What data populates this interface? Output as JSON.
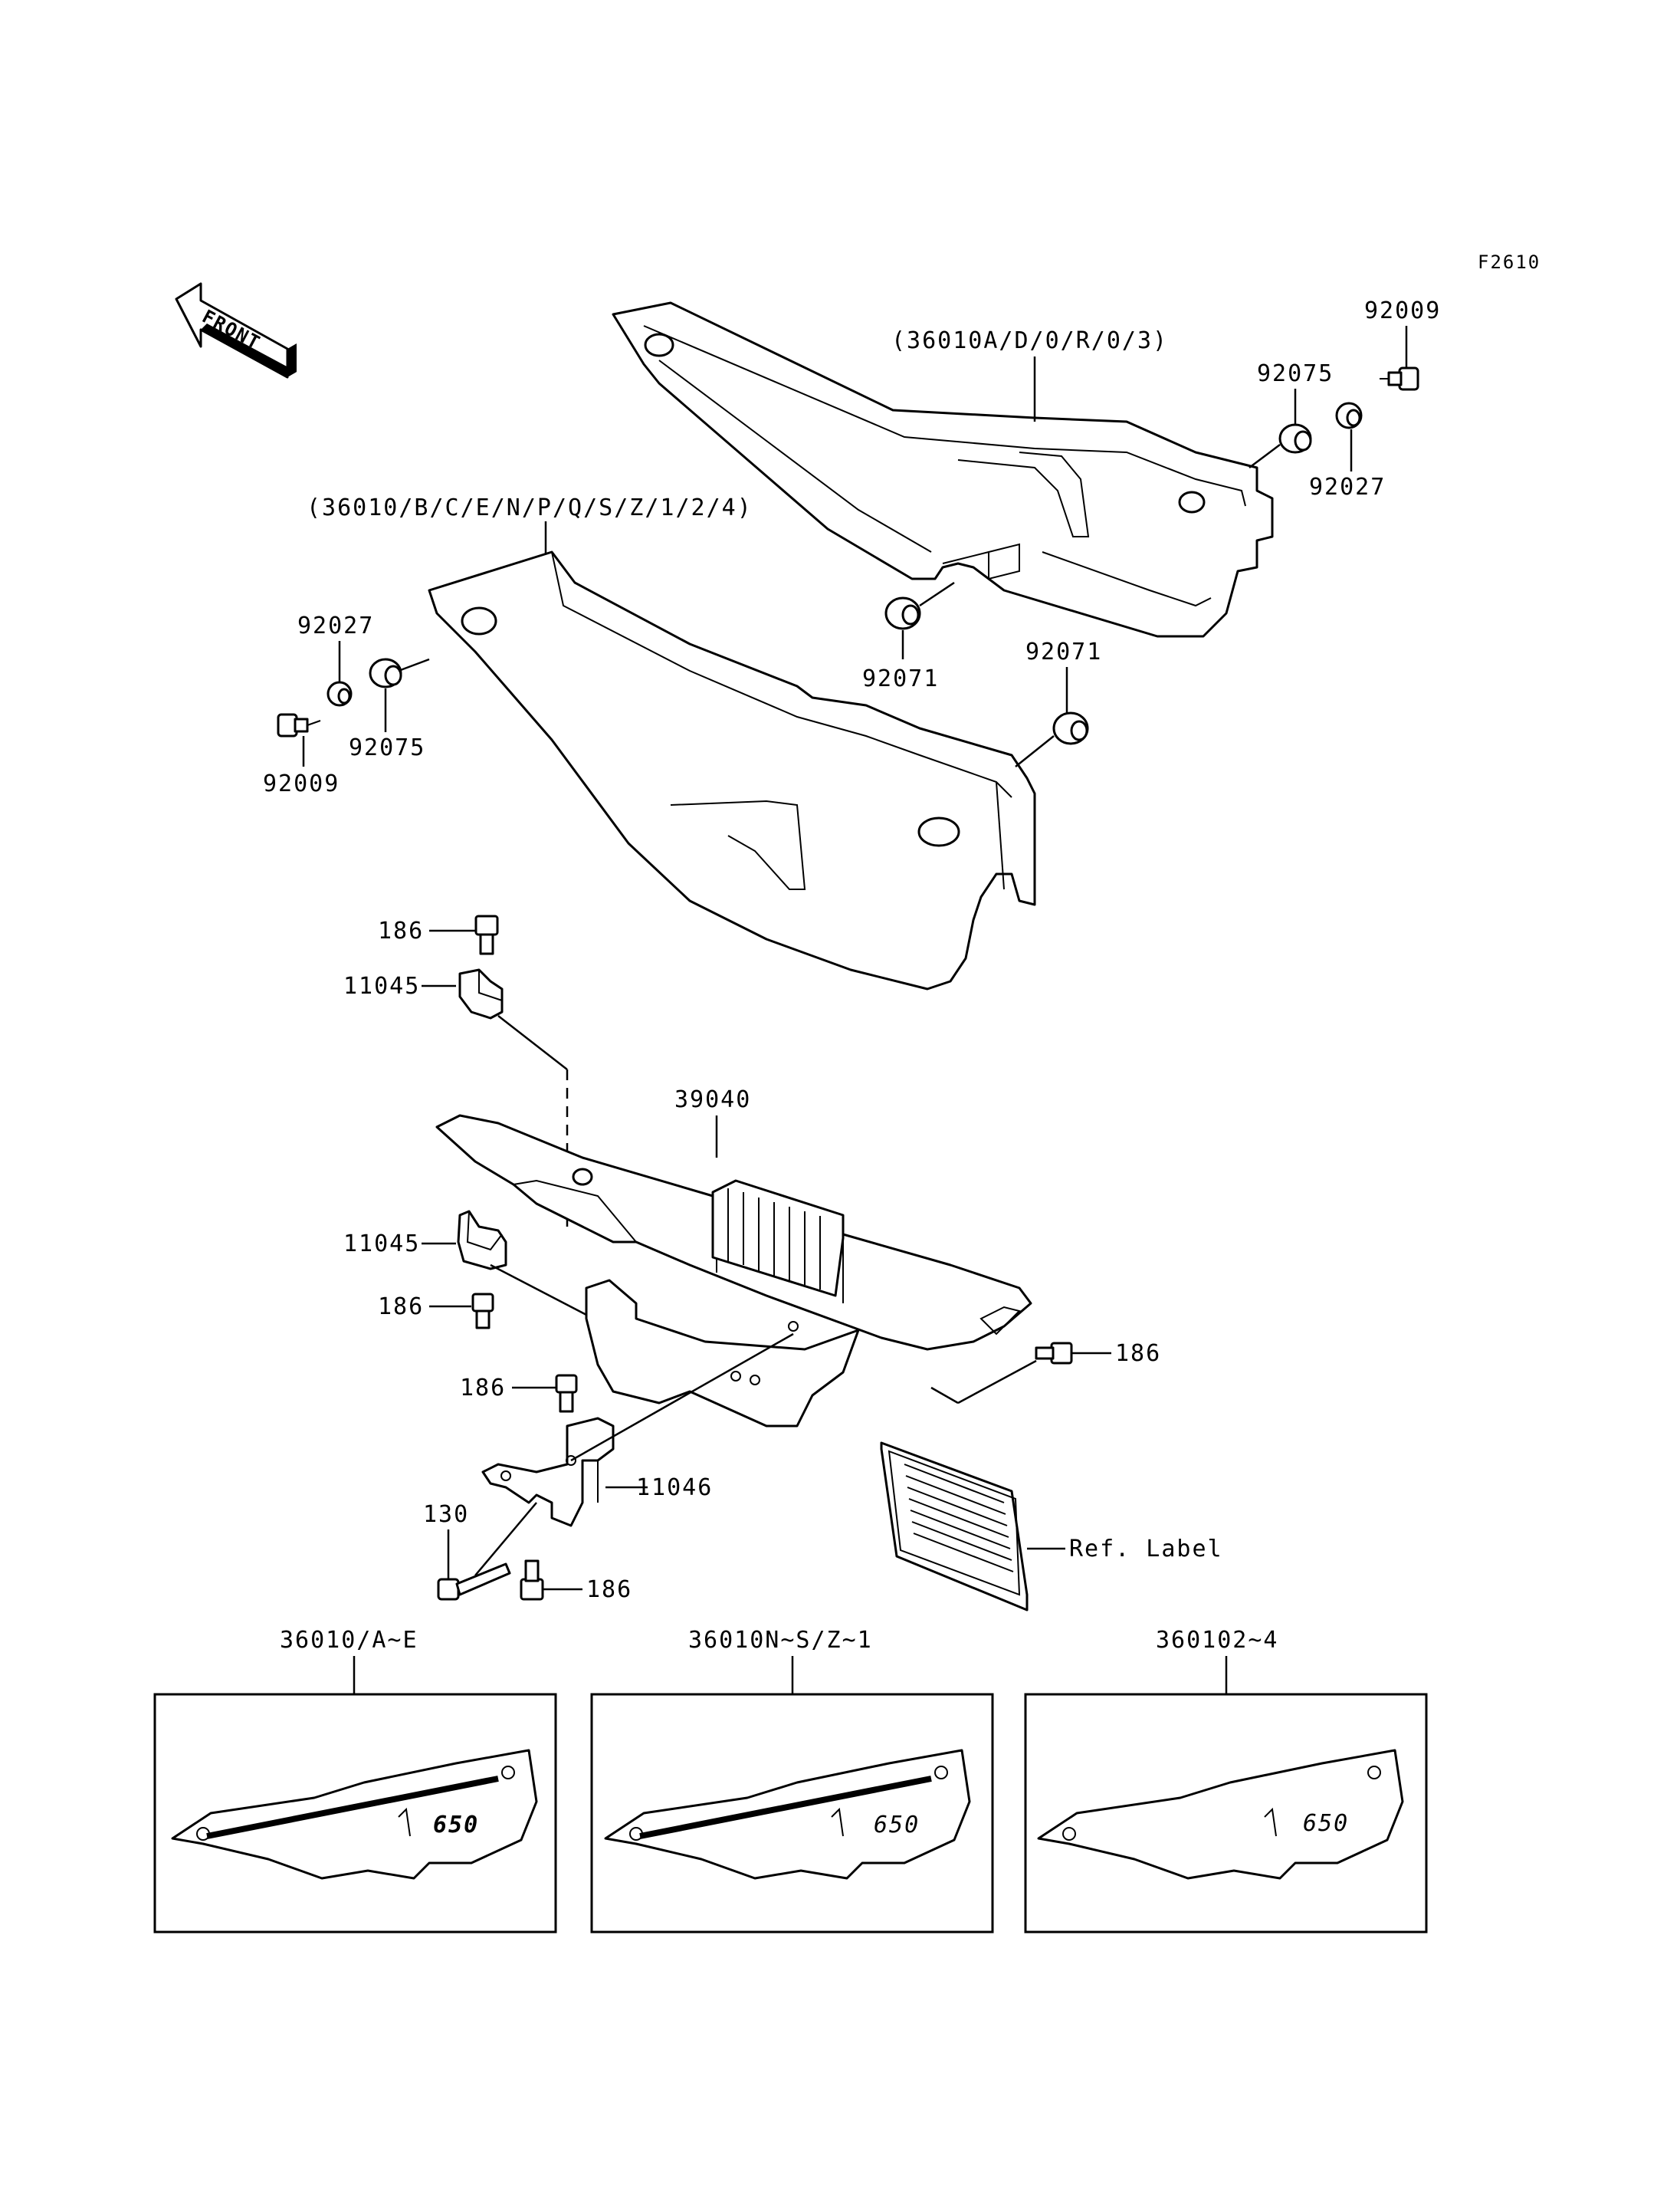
{
  "figure_code": "F2610",
  "front_label": "FRONT",
  "callouts": {
    "cover_left": "(36010A/D/0/R/0/3)",
    "cover_right": "(36010/B/C/E/N/P/Q/S/Z/1/2/4)",
    "bolt_top_right": "92009",
    "grommet_top_right": "92075",
    "collar_top_right": "92027",
    "grommet_upper_mid": "92071",
    "grommet_lower_mid": "92071",
    "collar_left": "92027",
    "grommet_left": "92075",
    "bolt_left": "92009",
    "bolt_186_a": "186",
    "bracket_11045_a": "11045",
    "chain_cover": "39040",
    "bracket_11045_b": "11045",
    "bolt_186_b": "186",
    "bolt_186_c": "186",
    "bolt_186_d": "186",
    "bracket_11046": "11046",
    "bolt_130": "130",
    "bolt_186_e": "186",
    "ref_label": "Ref. Label"
  },
  "variants": [
    {
      "label": "36010/A~E",
      "emblem": "650"
    },
    {
      "label": "36010N~S/Z~1",
      "emblem": "650"
    },
    {
      "label": "360102~4",
      "emblem": "650"
    }
  ]
}
